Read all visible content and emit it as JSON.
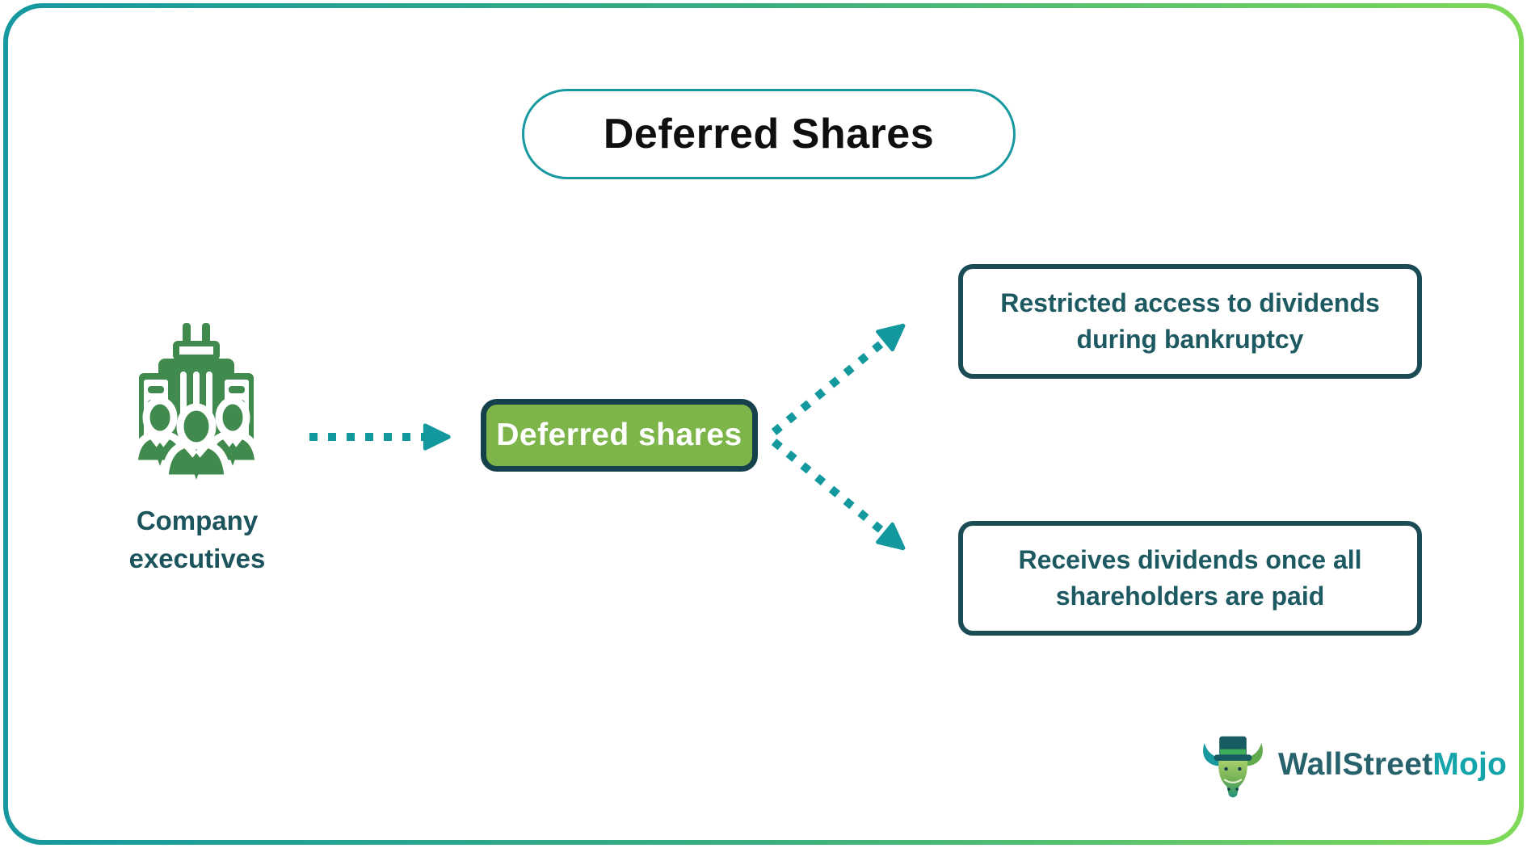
{
  "title": {
    "label": "Deferred Shares"
  },
  "actor": {
    "icon": "company-executives-icon",
    "lines": [
      "Company",
      "executives"
    ]
  },
  "central_node": {
    "label": "Deferred shares"
  },
  "outcomes": [
    {
      "lines": [
        "Restricted access to dividends",
        "during bankruptcy"
      ]
    },
    {
      "lines": [
        "Receives dividends once all",
        "shareholders are paid"
      ]
    }
  ],
  "logo": {
    "text_primary": "WallStreet",
    "text_accent": "Mojo",
    "icon": "wallstreetmojo-bull-icon"
  },
  "colors": {
    "frame_gradient_start": "#1598a0",
    "frame_gradient_end": "#7ed957",
    "accent_teal": "#12989d",
    "pill_border": "#1899a0",
    "dark_teal_text": "#1c5961",
    "dark_teal_border": "#1b4b55",
    "node_green_fill": "#7db54a",
    "node_border": "#14414b",
    "icon_green": "#418a4e",
    "title_text": "#0f0f0f",
    "logo_primary": "#27616b",
    "logo_accent": "#14a5ab"
  }
}
